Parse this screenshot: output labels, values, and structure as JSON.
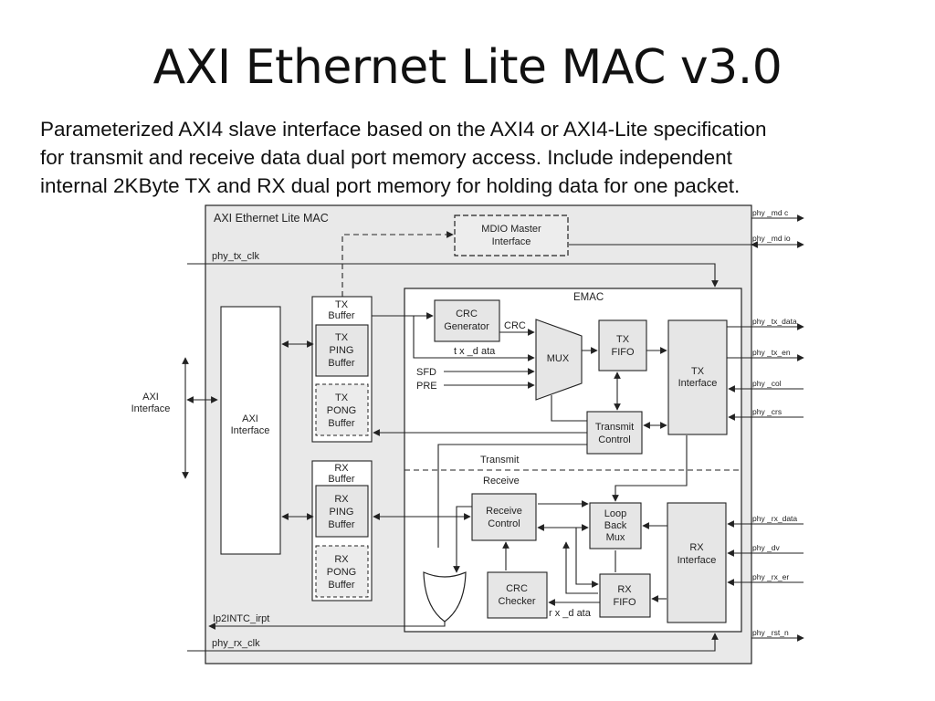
{
  "slide": {
    "title": "AXI Ethernet Lite MAC v3.0",
    "text_lines": [
      "Parameterized AXI4 slave interface based on the AXI4 or AXI4-Lite specification",
      "for transmit and receive data dual port memory access. Include independent",
      "internal 2KByte TX and RX dual port memory for holding data for one packet."
    ]
  },
  "diagram": {
    "outer_label": "AXI Ethernet Lite MAC",
    "emac_label": "EMAC",
    "mdio": [
      "MDIO Master",
      "Interface"
    ],
    "axi_external": [
      "AXI",
      "Interface"
    ],
    "axi_internal": [
      "AXI",
      "Interface"
    ],
    "tx_buffer": [
      "TX",
      "Buffer"
    ],
    "tx_ping": [
      "TX",
      "PING",
      "Buffer"
    ],
    "tx_pong": [
      "TX",
      "PONG",
      "Buffer"
    ],
    "rx_buffer": [
      "RX",
      "Buffer"
    ],
    "rx_ping": [
      "RX",
      "PING",
      "Buffer"
    ],
    "rx_pong": [
      "RX",
      "PONG",
      "Buffer"
    ],
    "crc_generator": [
      "CRC",
      "Generator"
    ],
    "crc_signal": "CRC",
    "tx_data_signal": "t x _d ata",
    "sfd": "SFD",
    "pre": "PRE",
    "mux": "MUX",
    "tx_fifo": [
      "TX",
      "FIFO"
    ],
    "tx_interface": [
      "TX",
      "Interface"
    ],
    "transmit_control": [
      "Transmit",
      "Control"
    ],
    "transmit_label": "Transmit",
    "receive_label": "Receive",
    "receive_control": [
      "Receive",
      "Control"
    ],
    "loop_back_mux": [
      "Loop",
      "Back",
      "Mux"
    ],
    "rx_interface": [
      "RX",
      "Interface"
    ],
    "crc_checker": [
      "CRC",
      "Checker"
    ],
    "rx_fifo": [
      "RX",
      "FIFO"
    ],
    "rx_data_signal": "r x _d ata",
    "phy_tx_clk": "phy_tx_clk",
    "phy_rx_clk": "phy_rx_clk",
    "ip2intc_irpt": "Ip2INTC_irpt",
    "right_signals": [
      "phy _md c",
      "phy _md io",
      "phy _tx_data",
      "phy _tx_en",
      "phy _col",
      "phy _crs",
      "phy _rx_data",
      "phy _dv",
      "phy _rx_er",
      "phy _rst_n"
    ]
  }
}
